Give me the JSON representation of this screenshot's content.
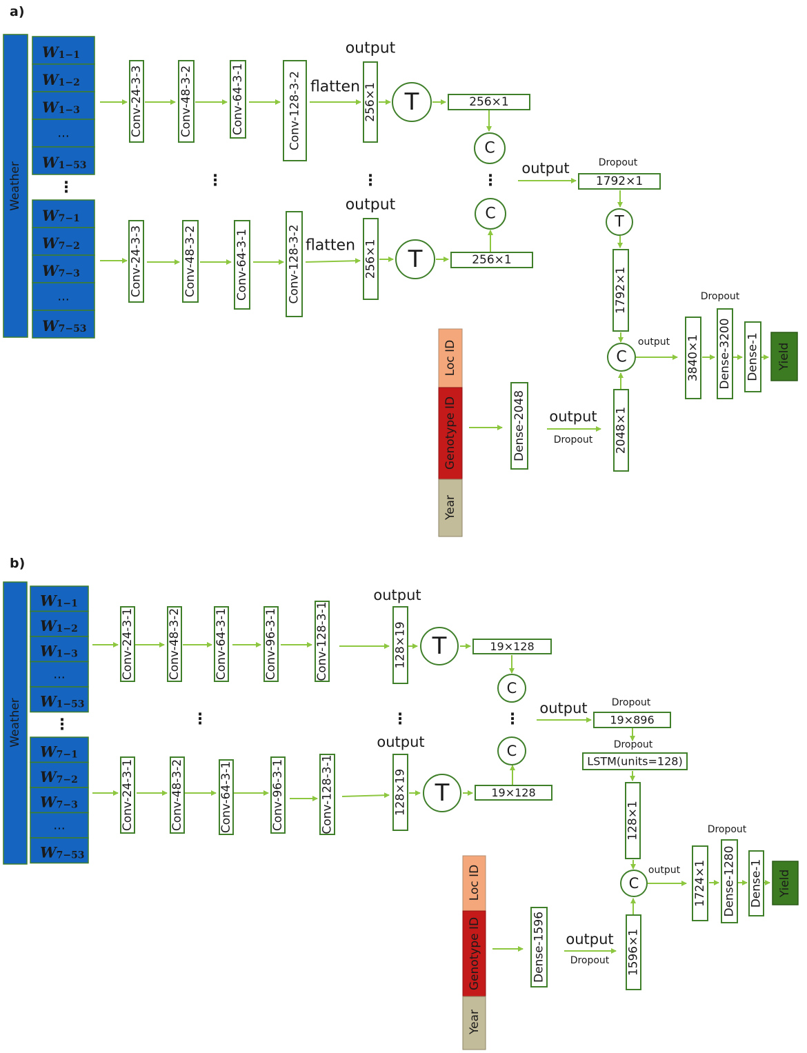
{
  "panels": [
    {
      "label": "a)",
      "weather_label": "Weather",
      "weather_top": [
        {
          "main": "W",
          "sub": "1−1"
        },
        {
          "main": "W",
          "sub": "1−2"
        },
        {
          "main": "W",
          "sub": "1−3"
        },
        {
          "text": "..."
        },
        {
          "main": "W",
          "sub": "1−53"
        }
      ],
      "weather_bottom": [
        {
          "main": "W",
          "sub": "7−1"
        },
        {
          "main": "W",
          "sub": "7−2"
        },
        {
          "main": "W",
          "sub": "7−3"
        },
        {
          "text": "..."
        },
        {
          "main": "W",
          "sub": "7−53"
        }
      ],
      "conv_top": [
        "Conv-24-3-3",
        "Conv-48-3-2",
        "Conv-64-3-1",
        "Conv-128-3-2"
      ],
      "conv_bottom": [
        "Conv-24-3-3",
        "Conv-48-3-2",
        "Conv-64-3-1",
        "Conv-128-3-2"
      ],
      "flatten_label": "flatten",
      "output_label": "output",
      "feature_box": "256×1",
      "transpose_symbol": "T",
      "concat_symbol": "C",
      "row_output_box": "256×1",
      "dropout_label": "Dropout",
      "merged_box": "1792×1",
      "merged_t_box": "1792×1",
      "inputs": [
        "Loc ID",
        "Genotype ID",
        "Year"
      ],
      "dense_input": "Dense-2048",
      "dense_out_box": "2048×1",
      "concat_box": "3840×1",
      "dense_hidden": "Dense-3200",
      "dense_final": "Dense-1",
      "yield_label": "Yield"
    },
    {
      "label": "b)",
      "weather_label": "Weather",
      "weather_top": [
        {
          "main": "W",
          "sub": "1−1"
        },
        {
          "main": "W",
          "sub": "1−2"
        },
        {
          "main": "W",
          "sub": "1−3"
        },
        {
          "text": "..."
        },
        {
          "main": "W",
          "sub": "1−53"
        }
      ],
      "weather_bottom": [
        {
          "main": "W",
          "sub": "7−1"
        },
        {
          "main": "W",
          "sub": "7−2"
        },
        {
          "main": "W",
          "sub": "7−3"
        },
        {
          "text": "..."
        },
        {
          "main": "W",
          "sub": "7−53"
        }
      ],
      "conv_top": [
        "Conv-24-3-1",
        "Conv-48-3-2",
        "Conv-64-3-1",
        "Conv-96-3-1",
        "Conv-128-3-1"
      ],
      "conv_bottom": [
        "Conv-24-3-1",
        "Conv-48-3-2",
        "Conv-64-3-1",
        "Conv-96-3-1",
        "Conv-128-3-1"
      ],
      "output_label": "output",
      "feature_box": "128×19",
      "transpose_symbol": "T",
      "concat_symbol": "C",
      "row_output_box": "19×128",
      "dropout_label": "Dropout",
      "merged_box": "19×896",
      "lstm_box": "LSTM(units=128)",
      "lstm_out_box": "128×1",
      "inputs": [
        "Loc ID",
        "Genotype ID",
        "Year"
      ],
      "dense_input": "Dense-1596",
      "dense_out_box": "1596×1",
      "concat_box": "1724×1",
      "dense_hidden": "Dense-1280",
      "dense_final": "Dense-1",
      "yield_label": "Yield"
    }
  ],
  "colors": {
    "weather": "#1565c0",
    "weather_border": "#3f7f2a",
    "arrow": "#8dc63f",
    "box_border": "#3f7f2a",
    "loc": "#f4a77a",
    "genotype": "#c41a1a",
    "year": "#c3bc9b",
    "yield": "#3d7b23"
  }
}
